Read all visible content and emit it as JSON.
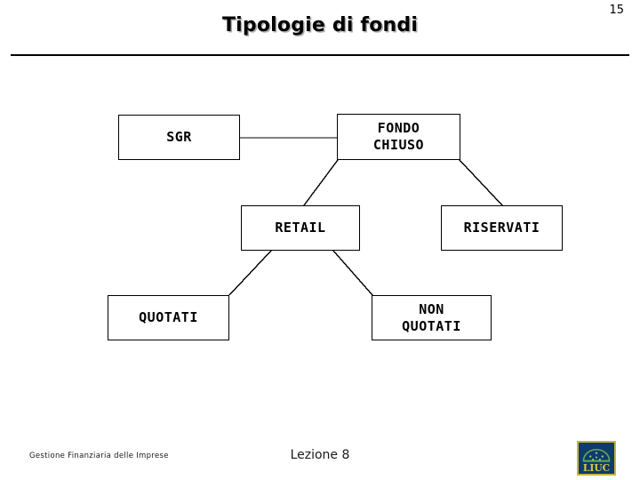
{
  "slide": {
    "page_number": "15",
    "title": "Tipologie di fondi",
    "background_color": "#ffffff",
    "title_color": "#000000",
    "rule_color": "#000000"
  },
  "diagram": {
    "type": "flowchart",
    "node_border_color": "#000000",
    "node_fill_color": "#ffffff",
    "edge_color": "#000000",
    "nodes": [
      {
        "id": "sgr",
        "label": "SGR"
      },
      {
        "id": "fondo",
        "label": "FONDO\nCHIUSO"
      },
      {
        "id": "retail",
        "label": "RETAIL"
      },
      {
        "id": "riservati",
        "label": "RISERVATI"
      },
      {
        "id": "quotati",
        "label": "QUOTATI"
      },
      {
        "id": "nonquotati",
        "label": "NON\nQUOTATI"
      }
    ],
    "edges": [
      {
        "from": "sgr",
        "to": "fondo"
      },
      {
        "from": "fondo",
        "to": "retail"
      },
      {
        "from": "fondo",
        "to": "riservati"
      },
      {
        "from": "retail",
        "to": "quotati"
      },
      {
        "from": "retail",
        "to": "nonquotati"
      }
    ]
  },
  "footer": {
    "left_text": "Gestione Finanziaria delle Imprese",
    "center_text": "Lezione 8",
    "logo": {
      "name": "liuc-logo",
      "text": "LIUC",
      "background_color": "#123a6b",
      "border_color": "#c8b43c",
      "mark_color": "#5fae53",
      "text_color": "#d9c84a"
    }
  }
}
